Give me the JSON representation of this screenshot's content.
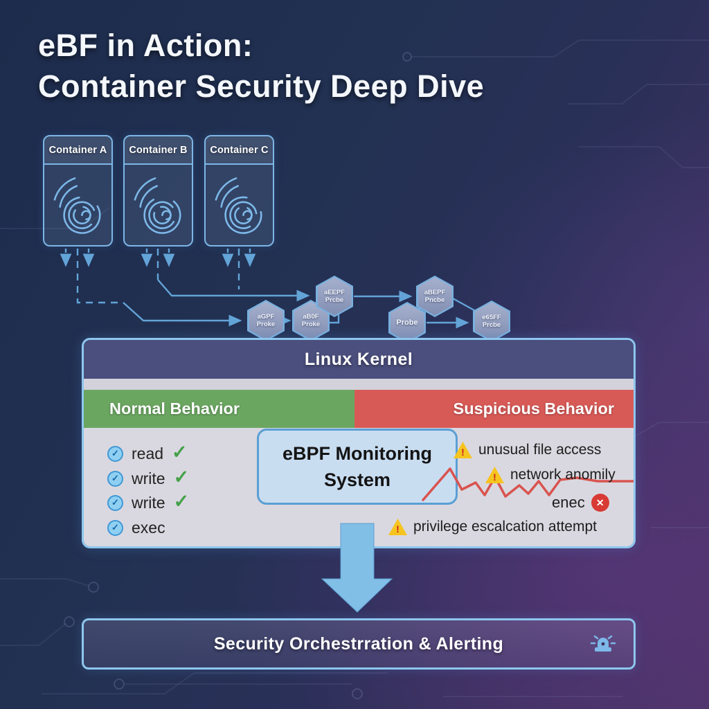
{
  "title": {
    "line1": "eBF in Action:",
    "line2": "Container Security Deep Dive"
  },
  "containers": [
    {
      "label": "Container A"
    },
    {
      "label": "Container B"
    },
    {
      "label": "Container C"
    }
  ],
  "probes": [
    {
      "line1": "aGPF",
      "line2": "Proke"
    },
    {
      "line1": "aB0F",
      "line2": "Proke"
    },
    {
      "line1": "aEEPF",
      "line2": "Prcbe"
    },
    {
      "line1": "aBEPF",
      "line2": "Pncbe"
    },
    {
      "line1": "Probe",
      "line2": ""
    },
    {
      "line1": "e65FF",
      "line2": "Prcbe"
    }
  ],
  "kernel": {
    "title": "Linux Kernel",
    "normal_header": "Normal Behavior",
    "suspicious_header": "Suspicious Behavior",
    "monitor": {
      "line1": "eBPF Monitoring",
      "line2": "System"
    },
    "normal_items": [
      {
        "label": "read",
        "allowed": true
      },
      {
        "label": "write",
        "allowed": true
      },
      {
        "label": "write",
        "allowed": true
      },
      {
        "label": "exec",
        "allowed": false
      }
    ],
    "suspicious_items": [
      {
        "label": "unusual file access",
        "icon": "warning-icon"
      },
      {
        "label": "network anomily",
        "icon": "warning-icon"
      },
      {
        "label": "enec",
        "icon": "error-x-icon"
      },
      {
        "label": "privilege escalcation attempt",
        "icon": "warning-icon"
      }
    ]
  },
  "bottom": {
    "label": "Security Orchestrration & Alerting",
    "icon": "siren-icon"
  },
  "icons": {
    "check": "✓",
    "cross": "✕",
    "warning_mark": "!"
  },
  "colors": {
    "accent_blue": "#7db8e8",
    "normal_green": "#6ba661",
    "suspicious_red": "#d85a57",
    "warning_yellow": "#f6c41f",
    "alert_line_red": "#d9534f",
    "kernel_header_purple": "#4b4f7d"
  }
}
